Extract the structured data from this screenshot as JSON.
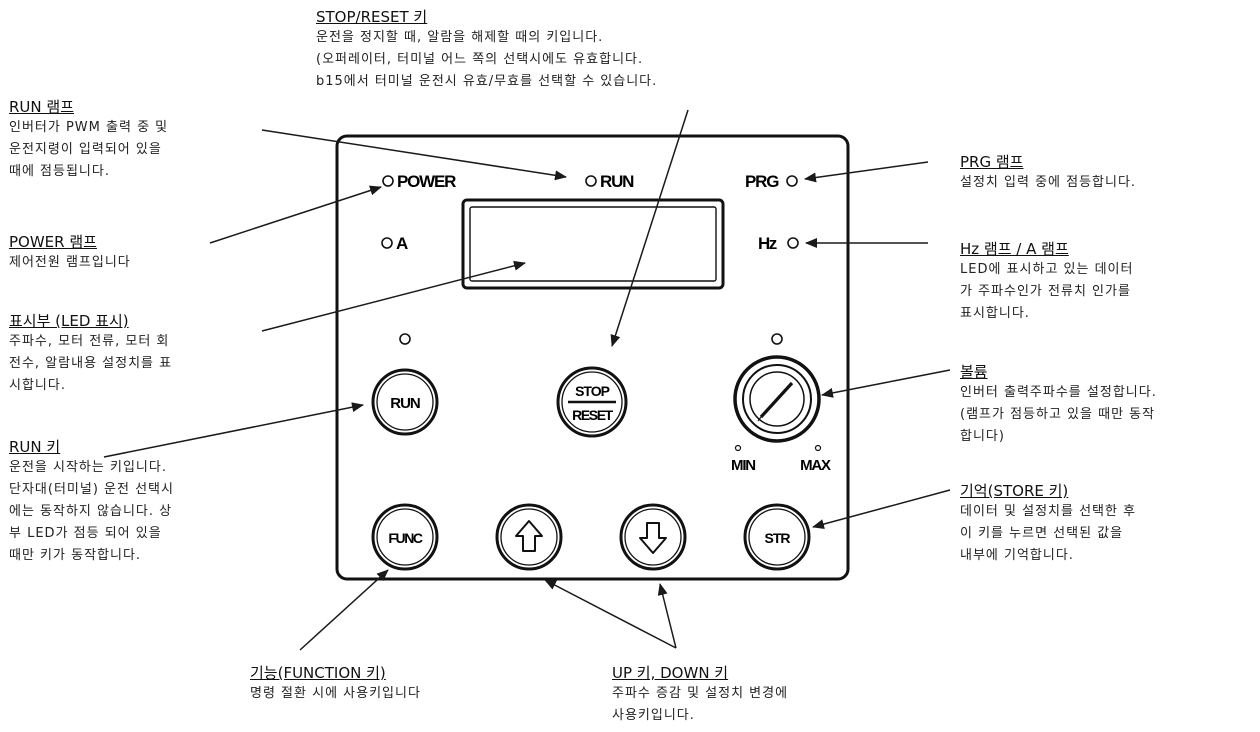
{
  "panel": {
    "lamp_power": "POWER",
    "lamp_run": "RUN",
    "lamp_prg": "PRG",
    "lamp_a": "A",
    "lamp_hz": "Hz",
    "key_run": "RUN",
    "key_stop": "STOP",
    "key_reset": "RESET",
    "key_func": "FUNC",
    "key_str": "STR",
    "vol_min": "MIN",
    "vol_max": "MAX"
  },
  "annotations": {
    "stop_reset": {
      "title": "STOP/RESET 키",
      "desc": "운전을 정지할 때, 알람을 해제할 때의 키입니다.\n(오퍼레이터, 터미널 어느 쪽의 선택시에도 유효합니다.\nb15에서 터미널 운전시 유효/무효를 선택할 수 있습니다."
    },
    "run_lamp": {
      "title": "RUN 램프",
      "desc": "인버터가 PWM 출력 중 및\n운전지령이 입력되어 있을\n때에 점등됩니다."
    },
    "power_lamp": {
      "title": "POWER 램프",
      "desc": "제어전원 램프입니다"
    },
    "display": {
      "title": "표시부 (LED 표시)",
      "desc": "주파수, 모터 전류, 모터 회\n전수, 알람내용 설정치를 표\n시합니다."
    },
    "run_key": {
      "title": "RUN 키",
      "desc": "운전을 시작하는 키입니다.\n단자대(터미널) 운전 선택시\n에는 동작하지 않습니다. 상\n부 LED가 점등 되어 있을\n때만 키가 동작합니다."
    },
    "prg_lamp": {
      "title": "PRG 램프",
      "desc": "설정치 입력 중에 점등합니다."
    },
    "hz_a_lamp": {
      "title": "Hz 램프 / A 램프",
      "desc": "LED에 표시하고 있는 데이터\n가 주파수인가 전류치 인가를\n표시합니다."
    },
    "volume": {
      "title": "볼륨",
      "desc": "인버터 출력주파수를 설정합니다.\n(램프가 점등하고 있을 때만 동작\n합니다)"
    },
    "store": {
      "title": "기억(STORE 키)",
      "desc": "데이터 및 설정치를 선택한 후\n이 키를 누르면 선택된 값을\n내부에 기억합니다."
    },
    "function": {
      "title": "기능(FUNCTION 키)",
      "desc": "명령 절환 시에 사용키입니다"
    },
    "updown": {
      "title": "UP 키, DOWN 키",
      "desc": "주파수 증감 및 설정치 변경에\n사용키입니다."
    }
  }
}
